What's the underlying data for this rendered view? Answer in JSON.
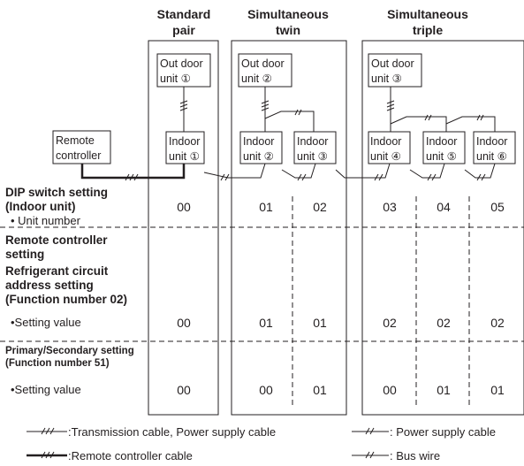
{
  "columns": {
    "standard": {
      "line1": "Standard",
      "line2": "pair"
    },
    "twin": {
      "line1": "Simultaneous",
      "line2": "twin"
    },
    "triple": {
      "line1": "Simultaneous",
      "line2": "triple"
    }
  },
  "outdoor_units": [
    {
      "line1": "Out door",
      "line2": "unit ①"
    },
    {
      "line1": "Out door",
      "line2": "unit ②"
    },
    {
      "line1": "Out door",
      "line2": "unit ③"
    }
  ],
  "indoor_units": [
    {
      "line1": "Indoor",
      "line2": "unit ①"
    },
    {
      "line1": "Indoor",
      "line2": "unit ②"
    },
    {
      "line1": "Indoor",
      "line2": "unit ③"
    },
    {
      "line1": "Indoor",
      "line2": "unit ④"
    },
    {
      "line1": "Indoor",
      "line2": "unit ⑤"
    },
    {
      "line1": "Indoor",
      "line2": "unit ⑥"
    }
  ],
  "remote_controller": {
    "line1": "Remote",
    "line2": "controller"
  },
  "sections": {
    "dip": {
      "title1": "DIP switch setting",
      "title2": "(Indoor unit)",
      "item": "• Unit number",
      "values": [
        "00",
        "01",
        "02",
        "03",
        "04",
        "05"
      ]
    },
    "remote": {
      "title1": "Remote controller",
      "title2": "setting"
    },
    "refrigerant": {
      "title1": "Refrigerant circuit",
      "title2": "address setting",
      "title3": "(Function number 02)",
      "item": "•Setting value",
      "values": [
        "00",
        "01",
        "01",
        "02",
        "02",
        "02"
      ]
    },
    "primary": {
      "title1": "Primary/Secondary setting",
      "title2": "(Function number 51)",
      "item": "•Setting value",
      "values": [
        "00",
        "00",
        "01",
        "00",
        "01",
        "01"
      ]
    }
  },
  "legend": {
    "transmission": ":Transmission cable, Power supply cable",
    "power": ": Power supply cable",
    "remote_cable": ":Remote controller cable",
    "bus": ": Bus wire"
  }
}
